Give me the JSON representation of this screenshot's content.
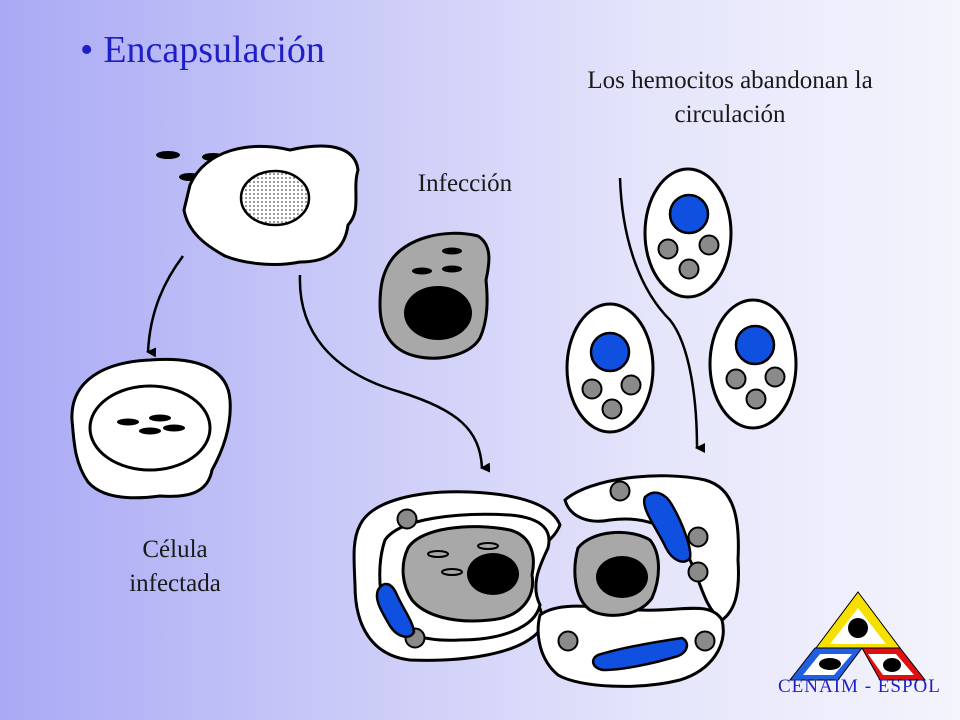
{
  "title": {
    "bullet": "•",
    "text": "Encapsulación"
  },
  "labels": {
    "hemocytes_leave": "Los hemocitos abandonan la circulación",
    "infection": "Infección",
    "infected_cell": "Célula infectada"
  },
  "logo": {
    "text": "CENAIM - ESPOL"
  },
  "colors": {
    "title": "#1f1fc8",
    "nucleus_blue": "#1050e0",
    "granule_gray": "#8a8a8a",
    "infected_cytoplasm": "#a8a8a8",
    "logo_yellow": "#f5e000",
    "logo_blue": "#1f5fe0",
    "logo_red": "#e01010"
  }
}
